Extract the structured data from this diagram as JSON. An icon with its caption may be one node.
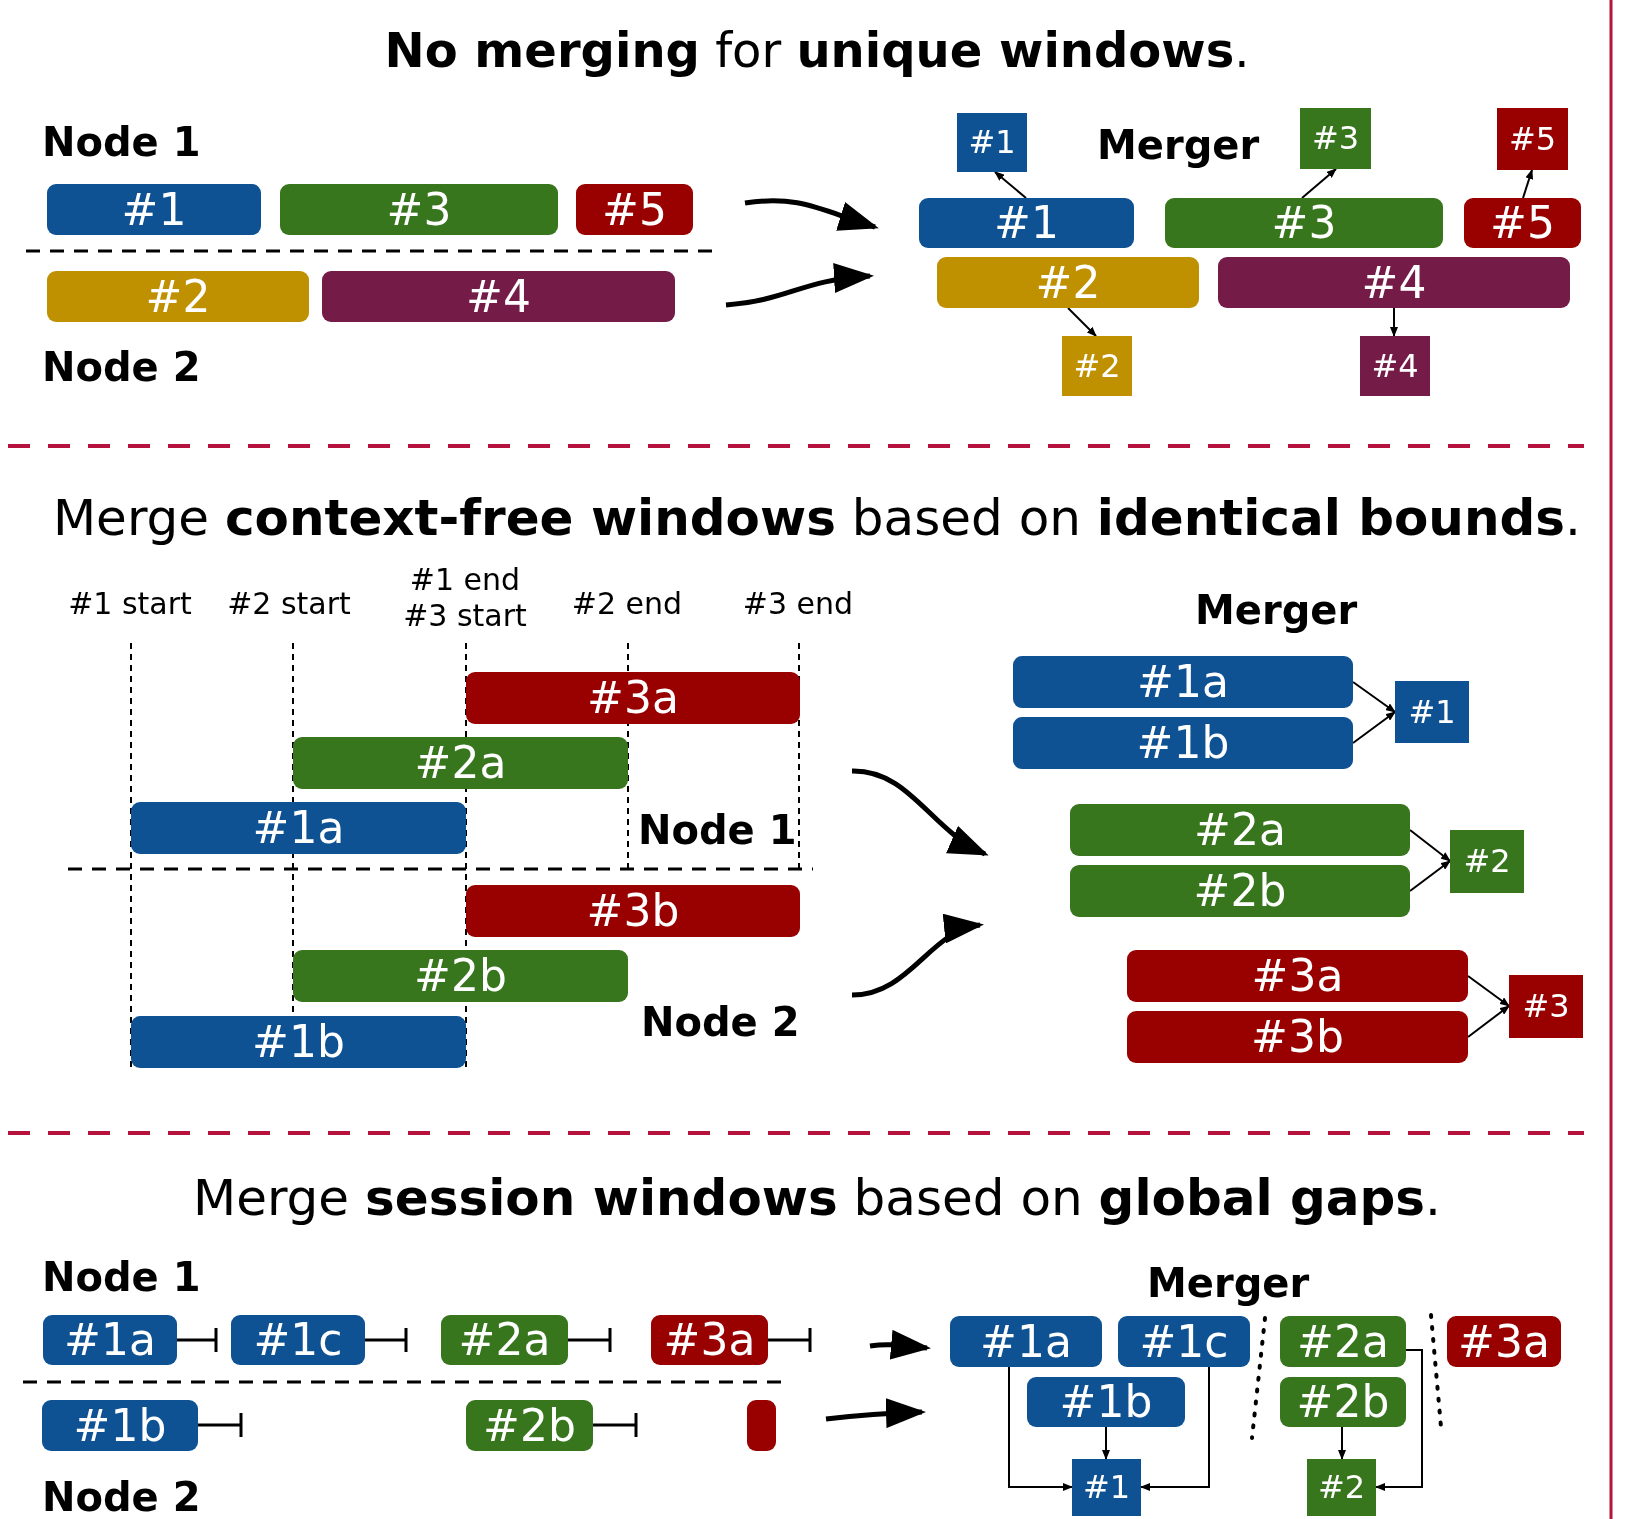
{
  "diagram": {
    "nodes": [
      {
        "text": [
          "#1"
        ]
      },
      {
        "text": [
          "#3"
        ]
      },
      {
        "text": [
          "#5"
        ]
      },
      {
        "text": [
          "#2"
        ]
      },
      {
        "text": [
          "#4"
        ]
      },
      {
        "text": [
          "#1"
        ]
      },
      {
        "text": [
          "#3"
        ]
      },
      {
        "text": [
          "#5"
        ]
      },
      {
        "text": [
          "#1"
        ]
      },
      {
        "text": [
          "#3"
        ]
      },
      {
        "text": [
          "#5"
        ]
      },
      {
        "text": [
          "#2"
        ]
      },
      {
        "text": [
          "#4"
        ]
      },
      {
        "text": [
          "#2"
        ]
      },
      {
        "text": [
          "#4"
        ]
      },
      {
        "text": [
          "#3a"
        ]
      },
      {
        "text": [
          "#2a"
        ]
      },
      {
        "text": [
          "#1a"
        ]
      },
      {
        "text": [
          "#3b"
        ]
      },
      {
        "text": [
          "#2b"
        ]
      },
      {
        "text": [
          "#1b"
        ]
      },
      {
        "text": [
          "#1a"
        ]
      },
      {
        "text": [
          "#1b"
        ]
      },
      {
        "text": [
          "#1"
        ]
      },
      {
        "text": [
          "#2a"
        ]
      },
      {
        "text": [
          "#2b"
        ]
      },
      {
        "text": [
          "#2"
        ]
      },
      {
        "text": [
          "#3a"
        ]
      },
      {
        "text": [
          "#3b"
        ]
      },
      {
        "text": [
          "#3"
        ]
      },
      {
        "text": [
          "#1a"
        ]
      },
      {
        "text": [
          "#1c"
        ]
      },
      {
        "text": [
          "#2a"
        ]
      },
      {
        "text": [
          "#3a"
        ]
      },
      {
        "text": [
          "#1b"
        ]
      },
      {
        "text": [
          "#2b"
        ]
      },
      {
        "text": [],
        "shape": "bar"
      },
      {
        "text": [
          "#1a"
        ]
      },
      {
        "text": [
          "#1c"
        ]
      },
      {
        "text": [
          "#1b"
        ]
      },
      {
        "text": [
          "#1"
        ]
      },
      {
        "text": [
          "#2a"
        ]
      },
      {
        "text": [
          "#2b"
        ]
      },
      {
        "text": [
          "#2"
        ]
      },
      {
        "text": [
          "#3a"
        ]
      }
    ],
    "edges": [
      {
        "from": 8,
        "to": 5,
        "arrow": "to"
      },
      {
        "from": 9,
        "to": 6,
        "arrow": "to"
      },
      {
        "from": 10,
        "to": 7,
        "arrow": "to"
      },
      {
        "from": 11,
        "to": 13,
        "arrow": "to"
      },
      {
        "from": 12,
        "to": 14,
        "arrow": "to"
      },
      {
        "from": 21,
        "to": 23,
        "arrow": "to"
      },
      {
        "from": 22,
        "to": 23,
        "arrow": "to"
      },
      {
        "from": 24,
        "to": 26,
        "arrow": "to"
      },
      {
        "from": 25,
        "to": 26,
        "arrow": "to"
      },
      {
        "from": 27,
        "to": 29,
        "arrow": "to"
      },
      {
        "from": 28,
        "to": 29,
        "arrow": "to"
      },
      {
        "from": 37,
        "to": 40,
        "arrow": "to"
      },
      {
        "from": 38,
        "to": 40,
        "arrow": "to"
      },
      {
        "from": 39,
        "to": 40,
        "arrow": "to"
      },
      {
        "from": 41,
        "to": 43,
        "arrow": "to"
      },
      {
        "from": 42,
        "to": 43,
        "arrow": "to"
      }
    ],
    "labels": [
      "**No merging** for **unique windows**.",
      "Node 1",
      "Merger",
      "Node 2",
      "Merge **context-free windows** based on **identical bounds**.",
      "#1 start",
      "#2 start",
      "#1 end #3 start",
      "#2 end",
      "#3 end",
      "Merger",
      "Node 1",
      "Node 2",
      "Merge **session windows** based on **global gaps**.",
      "Node 1",
      "Merger",
      "Node 2"
    ]
  }
}
